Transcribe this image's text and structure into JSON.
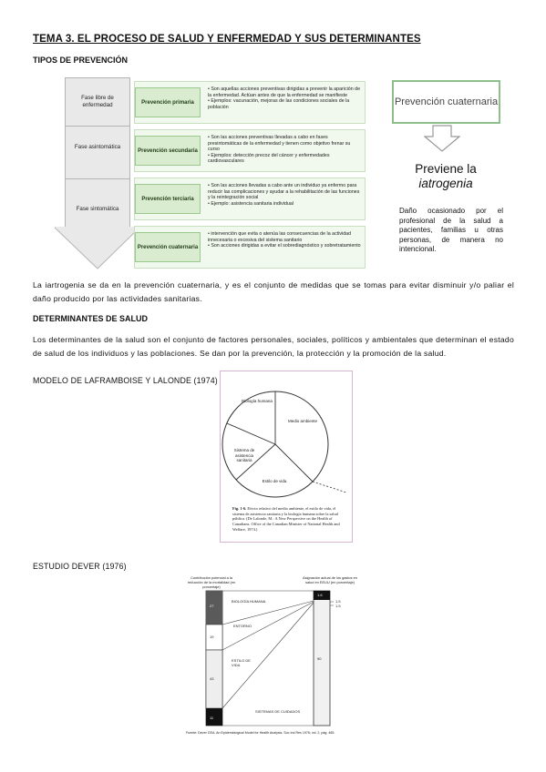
{
  "header": {
    "title": "TEMA 3. EL PROCESO DE SALUD Y ENFERMEDAD Y SUS DETERMINANTES"
  },
  "tipos": {
    "heading": "TIPOS DE PREVENCIÓN",
    "phases": [
      "Fase libre de enfermedad",
      "Fase asintomática",
      "Fase sintomática"
    ],
    "boxes": [
      {
        "label": "Prevención primaria",
        "bullets": [
          "Son aquellas acciones preventivas dirigidas a prevenir la aparición de la enfermedad. Actúan antes de que la enfermedad se manifieste",
          "Ejemplos: vacunación, mejoras de las condiciones sociales de la población"
        ]
      },
      {
        "label": "Prevención secundaria",
        "bullets": [
          "Son las acciones preventivas llevadas a cabo en fases presintomáticas de la enfermedad y tienen como objetivo frenar su curso",
          "Ejemplos: detección precoz del cáncer y enfermedades cardiovasculares"
        ]
      },
      {
        "label": "Prevención terciaria",
        "bullets": [
          "Son las acciones llevadas a cabo ante un individuo ya enfermo para reducir las complicaciones y ayudar a la rehabilitación de las funciones y la reintegración social",
          "Ejemplo: asistencia sanitaria individual"
        ]
      },
      {
        "label": "Prevención cuaternaria",
        "bullets": [
          "intervención que evita o atenúa las consecuencias de la actividad innecesaria o excesiva del sistema sanitario",
          "Son acciones dirigidas a evitar el sobrediagnóstico y sobretratamiento"
        ]
      }
    ],
    "cuaternaria_box": "Prevención cuaternaria",
    "previene_1": "Previene la",
    "previene_2": "iatrogenia",
    "dano_text": "Daño ocasionado por el profesional de la salud a pacientes, familias u otras personas, de manera no intencional.",
    "paragraph": "La iartrogenia se da en la prevención cuaternaria, y es el conjunto de medidas que se tomas para evitar disminuir y/o paliar el daño producido por las actividades sanitarias."
  },
  "determinantes": {
    "heading": "DETERMINANTES DE SALUD",
    "paragraph": "Los determinantes de la salud son el conjunto de factores personales, sociales, políticos y ambientales que determinan el estado de salud de los individuos y las poblaciones. Se dan por la prevención, la protección y la promoción de la salud."
  },
  "lalonde": {
    "heading": "MODELO DE LAFRAMBOISE Y LALONDE (1974)",
    "segments": [
      "Biología humana",
      "Medio ambiente",
      "Estilo de vida",
      "Sistema de asistencia sanitaria"
    ],
    "caption_bold": "Fig. 1-6.",
    "caption": "Efecto relativo del medio ambiente, el estilo de vida, el sistema de asistencia sanitaria y la biología humana sobre la salud pública. (De Lalonde, M.: A New Perspective on the Health of Canadians. Office of the Canadian Minister of National Health and Welfare, 1974.)"
  },
  "dever": {
    "heading": "ESTUDIO DEVER (1976)",
    "left_header": "Contribución potencial a la reducción de la mortalidad (en porcentaje)",
    "right_header": "Asignación actual de los gastos en salud en EEUU (en porcentaje)",
    "left_values": [
      "27",
      "19",
      "43",
      "11"
    ],
    "right_values": [
      "1.6",
      "1.5",
      "1.5",
      "90"
    ],
    "categories": [
      "BIOLOGÍA HUMANA",
      "ENTORNO",
      "ESTILO DE VIDA",
      "SISTEMAS DE CUIDADOS"
    ],
    "footnote": "Fuente: Dever GEA. An Epidemiological Model for Health Analysis. Soc Ind Res 1976; vol. 2, pág. 465."
  }
}
